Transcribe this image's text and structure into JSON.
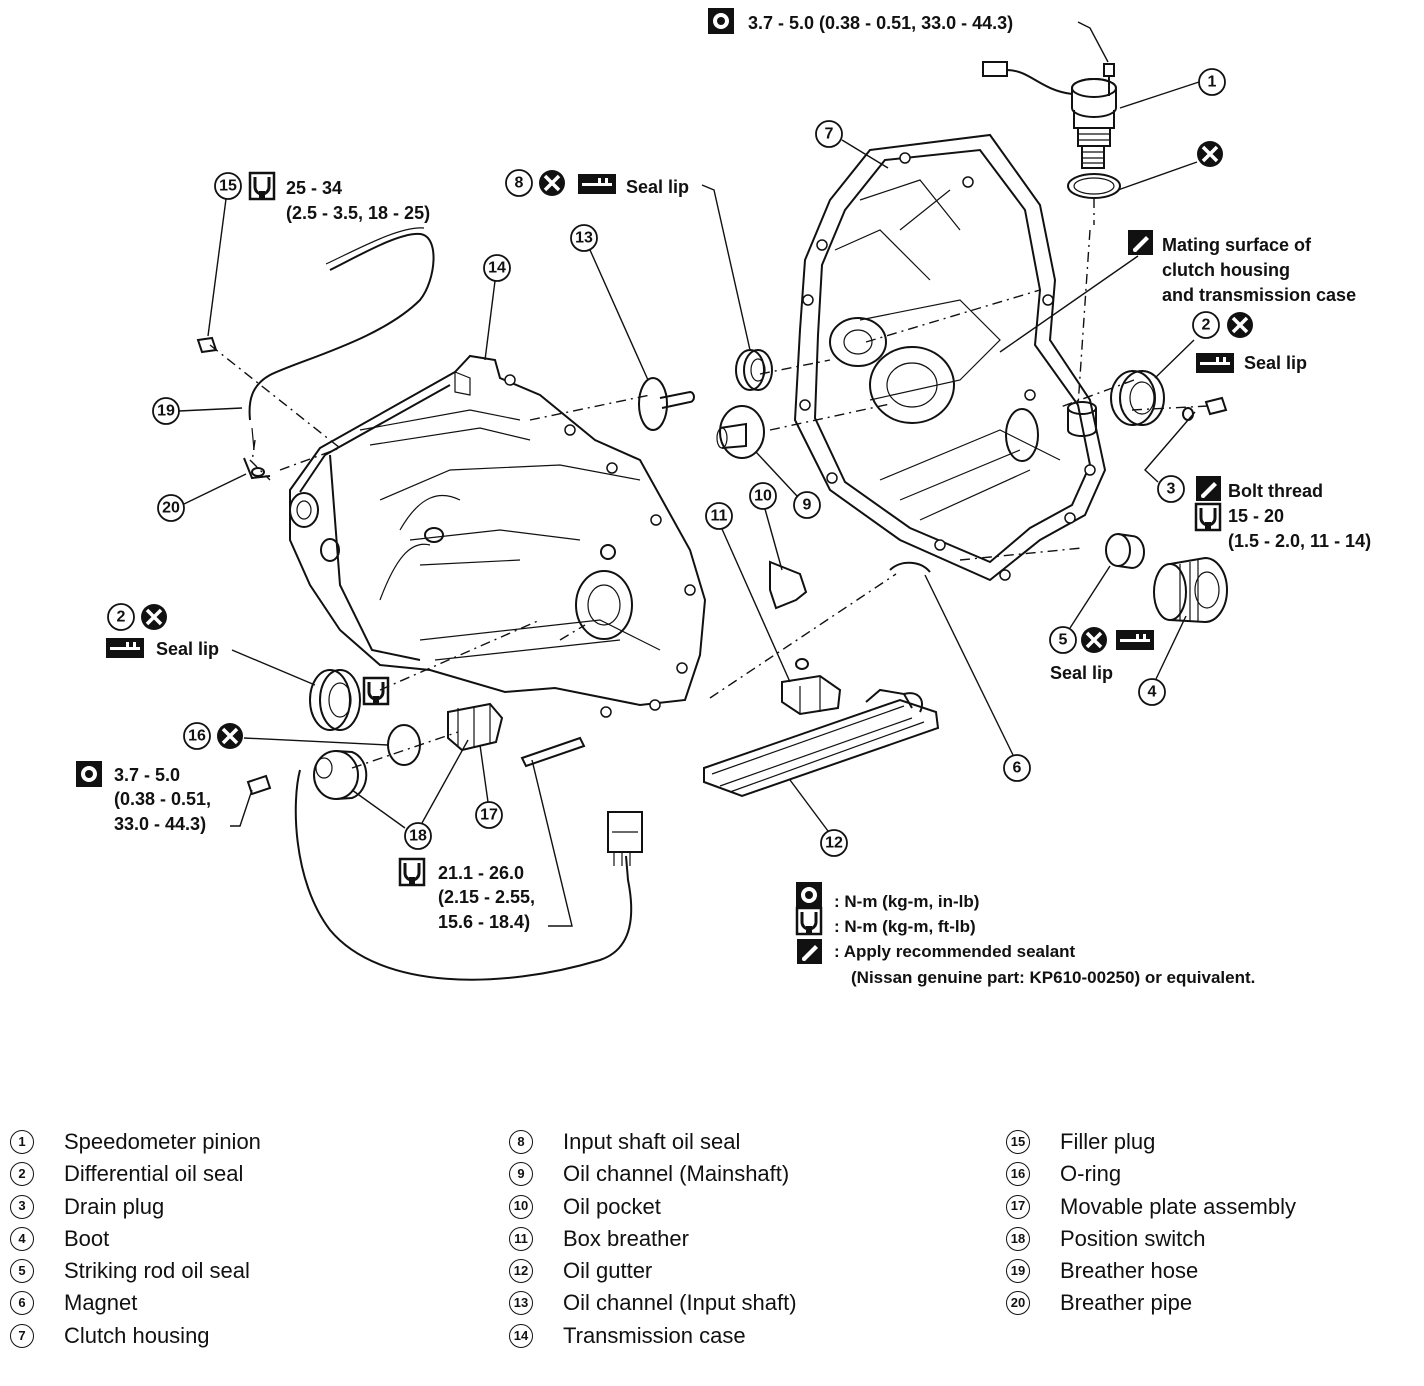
{
  "callouts": {
    "c1": "1",
    "c2a": "2",
    "c2b": "2",
    "c3": "3",
    "c4": "4",
    "c5": "5",
    "c6": "6",
    "c7": "7",
    "c8": "8",
    "c9": "9",
    "c10": "10",
    "c11": "11",
    "c12": "12",
    "c13": "13",
    "c14": "14",
    "c15": "15",
    "c16": "16",
    "c17": "17",
    "c18": "18",
    "c19": "19",
    "c20": "20"
  },
  "annotations": {
    "torque_top": "3.7 - 5.0 (0.38 - 0.51, 33.0 - 44.3)",
    "filler_l1": "25 - 34",
    "filler_l2": "(2.5 - 3.5, 18 - 25)",
    "seal_lip": "Seal lip",
    "mating_l1": "Mating surface of",
    "mating_l2": "clutch housing",
    "mating_l3": "and transmission case",
    "bolt_thread": "Bolt thread",
    "drain_l1": "15 - 20",
    "drain_l2": "(1.5 - 2.0, 11 - 14)",
    "switch_t1": "3.7 - 5.0",
    "switch_t2": "(0.38 - 0.51,",
    "switch_t3": "33.0 - 44.3)",
    "case_t1": "21.1 - 26.0",
    "case_t2": "(2.15 - 2.55,",
    "case_t3": "15.6 - 18.4)"
  },
  "key": {
    "inlb": ": N-m (kg-m, in-lb)",
    "ftlb": ": N-m (kg-m, ft-lb)",
    "sealant_l1": ": Apply recommended sealant",
    "sealant_l2": "(Nissan genuine part: KP610-00250) or equivalent."
  },
  "parts_list": [
    {
      "n": "1",
      "name": "Speedometer pinion"
    },
    {
      "n": "2",
      "name": "Differential oil seal"
    },
    {
      "n": "3",
      "name": "Drain plug"
    },
    {
      "n": "4",
      "name": "Boot"
    },
    {
      "n": "5",
      "name": "Striking rod oil seal"
    },
    {
      "n": "6",
      "name": "Magnet"
    },
    {
      "n": "7",
      "name": "Clutch housing"
    },
    {
      "n": "8",
      "name": "Input shaft oil seal"
    },
    {
      "n": "9",
      "name": "Oil channel (Mainshaft)"
    },
    {
      "n": "10",
      "name": "Oil pocket"
    },
    {
      "n": "11",
      "name": "Box breather"
    },
    {
      "n": "12",
      "name": "Oil gutter"
    },
    {
      "n": "13",
      "name": "Oil channel (Input shaft)"
    },
    {
      "n": "14",
      "name": "Transmission case"
    },
    {
      "n": "15",
      "name": "Filler plug"
    },
    {
      "n": "16",
      "name": "O-ring"
    },
    {
      "n": "17",
      "name": "Movable plate assembly"
    },
    {
      "n": "18",
      "name": "Position switch"
    },
    {
      "n": "19",
      "name": "Breather hose"
    },
    {
      "n": "20",
      "name": "Breather pipe"
    }
  ]
}
